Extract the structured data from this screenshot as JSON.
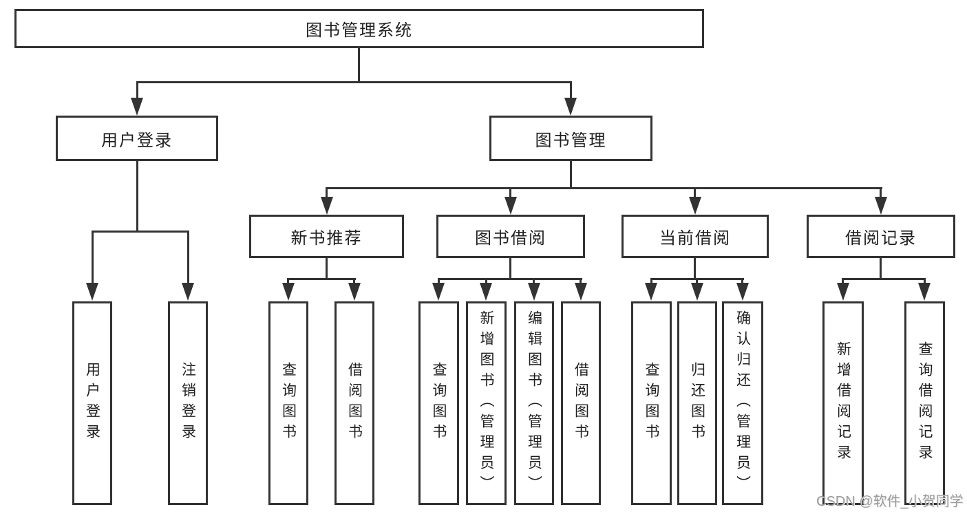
{
  "diagram": {
    "title": "图书管理系统",
    "root": "图书管理系统",
    "level2": {
      "user_login": "用户登录",
      "book_management": "图书管理"
    },
    "level3": {
      "new_book_recommend": "新书推荐",
      "book_borrow": "图书借阅",
      "current_borrow": "当前借阅",
      "borrow_record": "借阅记录"
    },
    "leaves": {
      "user_login": "用户登录",
      "logout": "注销登录",
      "query_book_1": "查询图书",
      "borrow_book_1": "借阅图书",
      "query_book_2": "查询图书",
      "add_book_admin": "新增图书（管理员）",
      "edit_book_admin": "编辑图书（管理员）",
      "borrow_book_2": "借阅图书",
      "query_book_3": "查询图书",
      "return_book": "归还图书",
      "confirm_return_admin": "确认归还（管理员）",
      "add_borrow_record": "新增借阅记录",
      "query_borrow_record": "查询借阅记录"
    }
  },
  "watermark": "CSDN @软件_小贺同学",
  "colors": {
    "line": "#333333",
    "text": "#1f1f1f",
    "background": "#ffffff",
    "watermark": "#9c9c9c"
  }
}
